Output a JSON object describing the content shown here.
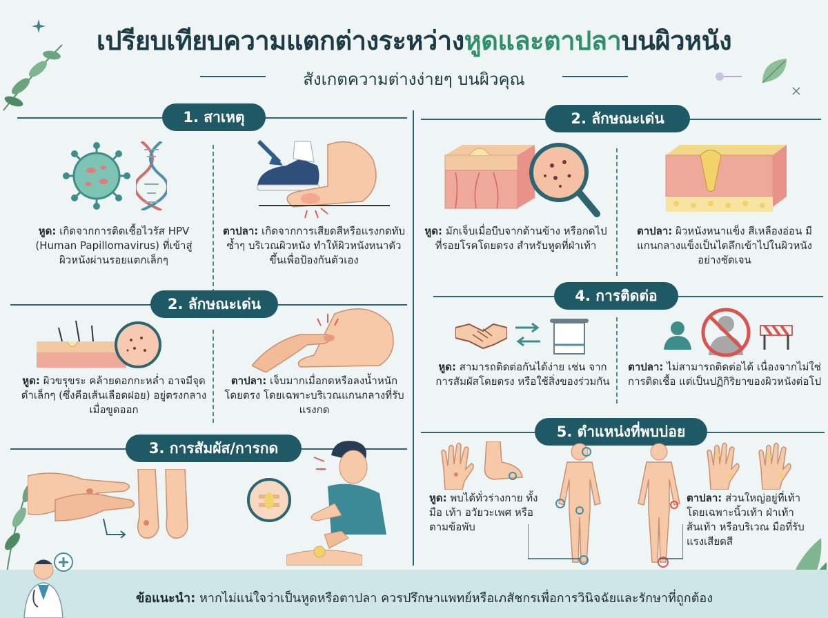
{
  "title": {
    "part1": "เปรียบเทียบความแตกต่างระหว่าง",
    "part2": "หูดและตาปลา",
    "part3": "บนผิวหนัง"
  },
  "subtitle": "สังเกตความต่างง่ายๆ บนผิวคุณ",
  "colors": {
    "header_bg": "#1f5966",
    "accent_green": "#2f8f6a",
    "skin": "#f6c9a8",
    "background": "#eef5f4"
  },
  "sections": {
    "cause": {
      "heading": "1. สาเหตุ",
      "wart_label": "หูด:",
      "wart_text": "เกิดจากการติดเชื้อไวรัส HPV (Human Papillomavirus) ที่เข้าสู่ผิวหนังผ่านรอยแตกเล็กๆ",
      "corn_label": "ตาปลา:",
      "corn_text": "เกิดจากการเสียดสีหรือแรงกดทับซ้ำๆ บริเวณผิวหนัง ทำให้ผิวหนังหนาตัวขึ้นเพื่อป้องกันตัวเอง"
    },
    "features_left": {
      "heading": "2. ลักษณะเด่น",
      "wart_label": "หูด:",
      "wart_text": "ผิวขรุขระ คล้ายดอกกะหล่ำ อาจมีจุดดำเล็กๆ (ซึ่งคือเส้นเลือดฝอย) อยู่ตรงกลางเมื่อขูดออก",
      "corn_label": "ตาปลา:",
      "corn_text": "เจ็บมากเมื่อกดหรือลงน้ำหนักโดยตรง โดยเฉพาะบริเวณแกนกลางที่รับแรงกด"
    },
    "touch": {
      "heading": "3. การสัมผัส/การกด"
    },
    "features_right": {
      "heading": "2. ลักษณะเด่น",
      "wart_label": "หูด:",
      "wart_text": "มักเจ็บเมื่อบีบจากด้านข้าง หรือกดไปที่รอยโรคโดยตรง สำหรับหูดที่ฝ่าเท้า",
      "corn_label": "ตาปลา:",
      "corn_text": "ผิวหนังหนาแข็ง สีเหลืองอ่อน มีแกนกลางแข็งเป็นไตลึกเข้าไปในผิวหนังอย่างชัดเจน"
    },
    "contagion": {
      "heading": "4. การติดต่อ",
      "wart_label": "หูด:",
      "wart_text": "สามารถติดต่อกันได้ง่าย เช่น จากการสัมผัสโดยตรง หรือใช้สิ่งของร่วมกัน",
      "corn_label": "ตาปลา:",
      "corn_text": "ไม่สามารถติดต่อได้ เนื่องจากไม่ใช่การติดเชื้อ แต่เป็นปฏิกิริยาของผิวหนังต่อโป"
    },
    "locations": {
      "heading": "5. ตำแหน่งที่พบบ่อย",
      "wart_label": "หูด:",
      "wart_text": "พบได้ทั่วร่างกาย ทั้งมือ เท้า อวัยวะเพศ หรือตามข้อพับ",
      "corn_label": "ตาปลา:",
      "corn_text": "ส่วนใหญ่อยู่ที่เท้า โดยเฉพาะนิ้วเท้า ฝ่าเท้า ส้นเท้า หรือบริเวณ มือที่รับแรงเสียดสี"
    }
  },
  "footer": {
    "label": "ข้อแนะนำ:",
    "text": "หากไม่แน่ใจว่าเป็นหูดหรือตาปลา ควรปรึกษาแพทย์หรือเภสัชกรเพื่อการวินิจฉัยและรักษาที่ถูกต้อง"
  },
  "icons": [
    "virus-icon",
    "dna-icon",
    "shoe-icon",
    "foot-icon",
    "handshake-icon",
    "exchange-arrows-icon",
    "towel-icon",
    "no-contagion-icon",
    "barrier-icon",
    "doctor-icon",
    "magnifier-icon"
  ]
}
